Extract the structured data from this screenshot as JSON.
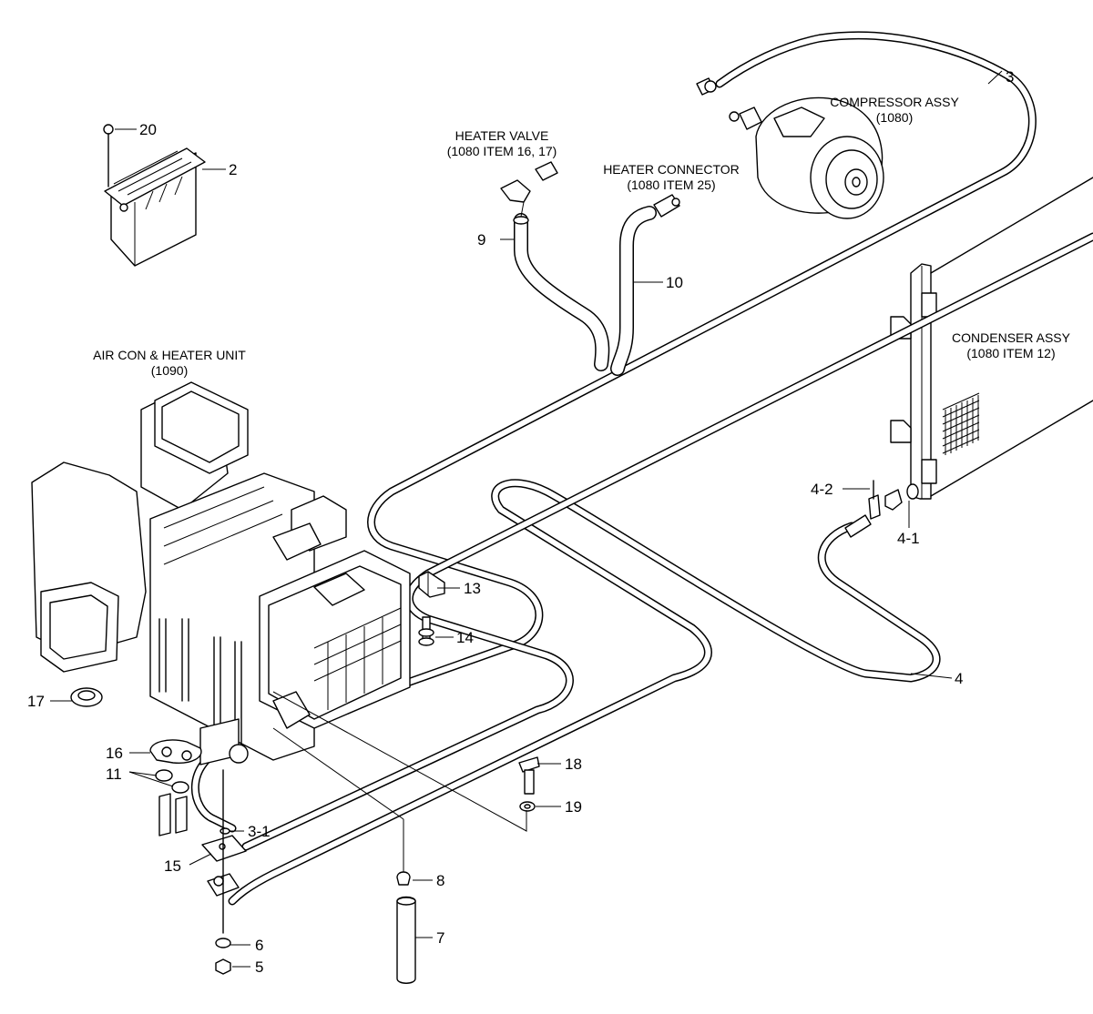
{
  "assemblies": {
    "compressor": {
      "name": "COMPRESSOR ASSY",
      "ref": "(1080)"
    },
    "heater_valve": {
      "name": "HEATER VALVE",
      "ref": "(1080 ITEM 16, 17)"
    },
    "heater_connector": {
      "name": "HEATER CONNECTOR",
      "ref": "(1080 ITEM 25)"
    },
    "condenser": {
      "name": "CONDENSER ASSY",
      "ref": "(1080 ITEM 12)"
    },
    "aircon_unit": {
      "name": "AIR CON & HEATER UNIT",
      "ref": "(1090)"
    }
  },
  "callouts": {
    "p2": "2",
    "p3": "3",
    "p3_1": "3-1",
    "p4": "4",
    "p4_1": "4-1",
    "p4_2": "4-2",
    "p5": "5",
    "p6": "6",
    "p7": "7",
    "p8": "8",
    "p9": "9",
    "p10": "10",
    "p11": "11",
    "p13": "13",
    "p14": "14",
    "p15": "15",
    "p16": "16",
    "p17": "17",
    "p18": "18",
    "p19": "19",
    "p20": "20"
  }
}
